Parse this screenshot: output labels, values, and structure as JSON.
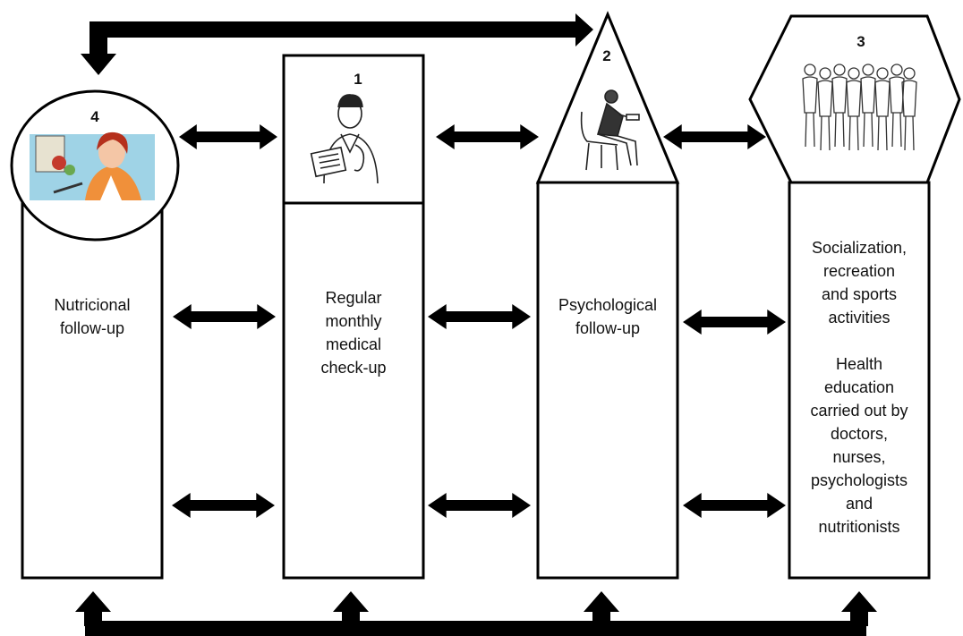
{
  "columns": [
    {
      "number": "4",
      "lines": [
        "Nutricional",
        "follow-up"
      ],
      "icon": "nutritionist-icon"
    },
    {
      "number": "1",
      "lines": [
        "Regular",
        "monthly",
        "medical",
        "check-up"
      ],
      "icon": "doctor-icon"
    },
    {
      "number": "2",
      "lines": [
        "Psychological",
        "follow-up"
      ],
      "icon": "psychologist-icon"
    },
    {
      "number": "3",
      "lines": [
        "Socialization,",
        "recreation",
        "and sports",
        "activities",
        "",
        "Health",
        "education",
        "carried out by",
        "doctors,",
        "nurses,",
        "psychologists",
        "and",
        "nutritionists"
      ],
      "icon": "group-of-people-icon"
    }
  ],
  "colors": {
    "stroke": "#000000",
    "fill": "#ffffff",
    "nutri_bg": "#9fd3e6",
    "nutri_coat": "#f0903a",
    "nutri_hair": "#b5301c"
  }
}
